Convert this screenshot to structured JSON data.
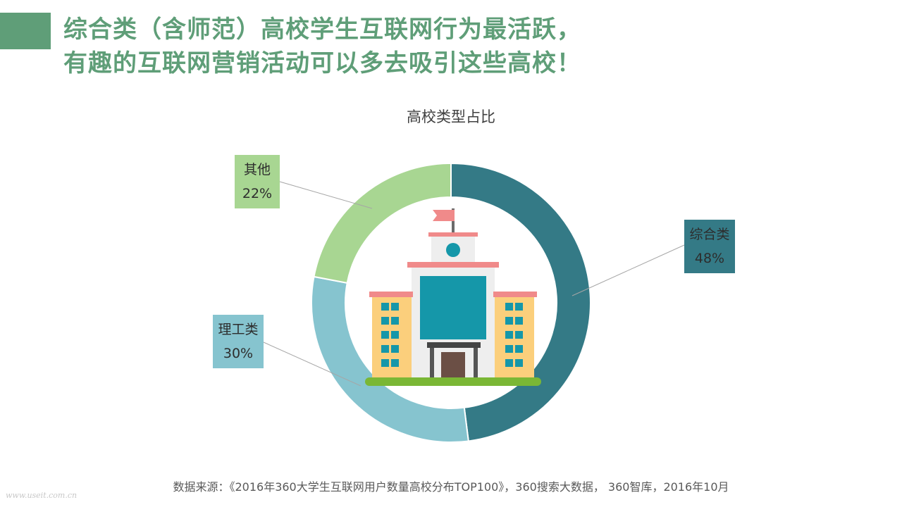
{
  "headline": {
    "line1": "综合类（含师范）高校学生互联网行为最活跃，",
    "line2": "有趣的互联网营销活动可以多去吸引这些高校！"
  },
  "colors": {
    "accent": "#5f9e78",
    "comprehensive": "#347a86",
    "science_engineering": "#86c4cf",
    "other": "#a8d692"
  },
  "chart_data": {
    "type": "pie",
    "style": "donut",
    "title": "高校类型占比",
    "center_icon": "school-building-icon",
    "slices": [
      {
        "label": "综合类",
        "value": 48,
        "display": "48%",
        "color": "#347a86"
      },
      {
        "label": "理工类",
        "value": 30,
        "display": "30%",
        "color": "#86c4cf"
      },
      {
        "label": "其他",
        "value": 22,
        "display": "22%",
        "color": "#a8d692"
      }
    ]
  },
  "source": "数据来源：《2016年360大学生互联网用户数量高校分布TOP100》，360搜索大数据， 360智库，2016年10月",
  "watermark": "www.useit.com.cn"
}
